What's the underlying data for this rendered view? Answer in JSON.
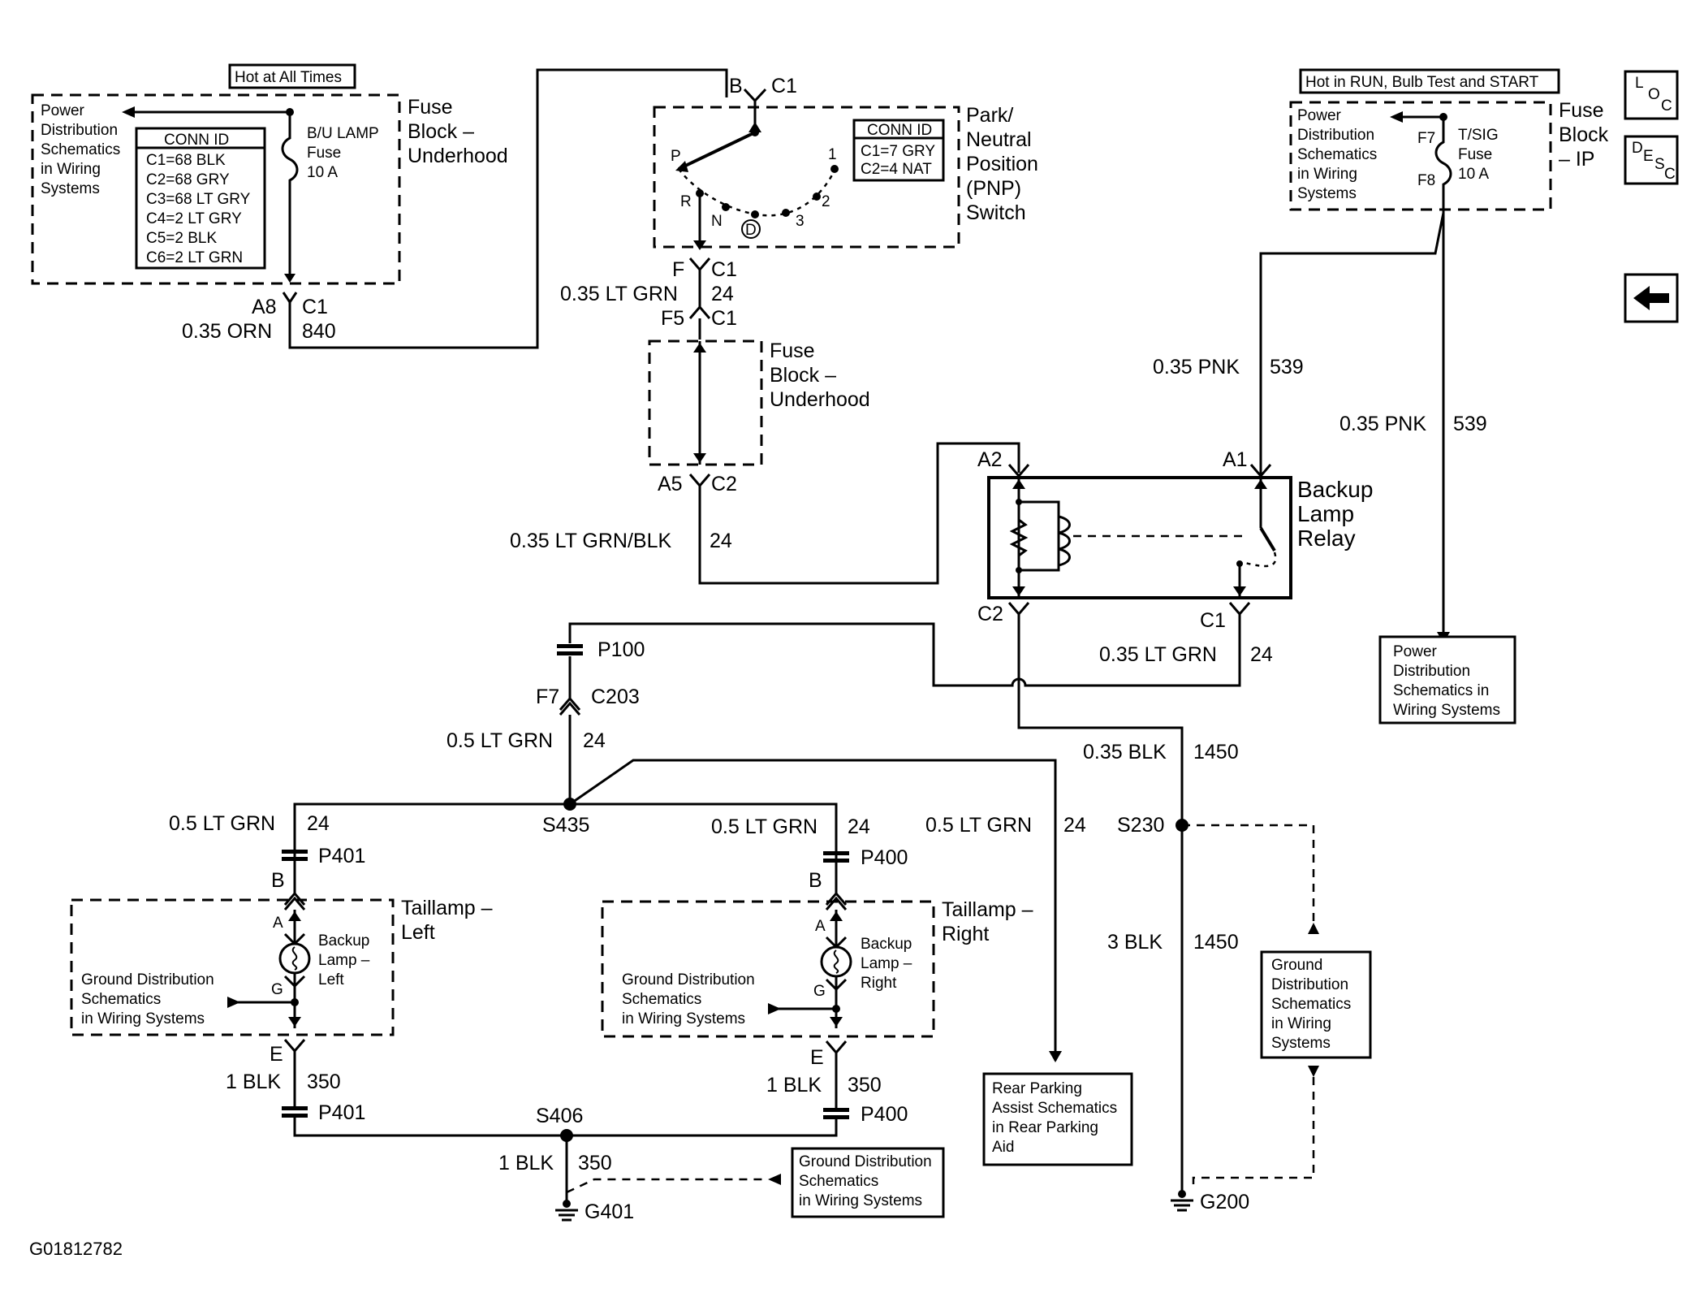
{
  "nav": {
    "loc_letters": [
      "L",
      "O",
      "C"
    ],
    "desc_letters": [
      "D",
      "E",
      "S",
      "C"
    ]
  },
  "fuse_ul": {
    "hot_label": "Hot at All Times",
    "power_text": [
      "Power",
      "Distribution",
      "Schematics",
      "in Wiring",
      "Systems"
    ],
    "conn_title": "CONN ID",
    "conn_rows": [
      "C1=68 BLK",
      "C2=68 GRY",
      "C3=68 LT GRY",
      "C4=2 LT GRY",
      "C5=2 BLK",
      "C6=2 LT GRN"
    ],
    "fuse_text": [
      "B/U LAMP",
      "Fuse",
      "10 A"
    ],
    "block_label": [
      "Fuse",
      "Block –",
      "Underhood"
    ],
    "pin": "A8",
    "conn": "C1",
    "wire_color": "0.35 ORN",
    "circuit": "840"
  },
  "pnp": {
    "top_pin": "B",
    "top_conn": "C1",
    "positions": [
      "P",
      "R",
      "N",
      "D",
      "3",
      "2",
      "1"
    ],
    "conn_title": "CONN ID",
    "conn_rows": [
      "C1=7 GRY",
      "C2=4 NAT"
    ],
    "label": [
      "Park/",
      "Neutral",
      "Position",
      "(PNP)",
      "Switch"
    ],
    "bottom_pin": "F",
    "bottom_conn": "C1",
    "wire_color": "0.35 LT GRN",
    "circuit": "24"
  },
  "fuse_mid": {
    "in_pin": "F5",
    "in_conn": "C1",
    "label": [
      "Fuse",
      "Block –",
      "Underhood"
    ],
    "out_pin": "A5",
    "out_conn": "C2",
    "wire_color": "0.35 LT GRN/BLK",
    "circuit": "24"
  },
  "fuse_ip": {
    "hot_label": "Hot in RUN, Bulb Test and START",
    "power_text": [
      "Power",
      "Distribution",
      "Schematics",
      "in Wiring",
      "Systems"
    ],
    "pin_in": "F7",
    "pin_out": "F8",
    "fuse_text": [
      "T/SIG",
      "Fuse",
      "10 A"
    ],
    "label": [
      "Fuse",
      "Block",
      "– IP"
    ]
  },
  "pnk_left": {
    "wire_color": "0.35 PNK",
    "circuit": "539"
  },
  "pnk_right": {
    "wire_color": "0.35 PNK",
    "circuit": "539"
  },
  "power_box_right": [
    "Power",
    "Distribution",
    "Schematics in",
    "Wiring Systems"
  ],
  "relay": {
    "pin_a2": "A2",
    "pin_a1": "A1",
    "pin_c2": "C2",
    "pin_c1": "C1",
    "label": [
      "Backup",
      "Lamp",
      "Relay"
    ]
  },
  "relay_out": {
    "wire_color": "0.35 LT GRN",
    "circuit": "24"
  },
  "p100": "P100",
  "c203": {
    "pin": "F7",
    "conn": "C203"
  },
  "mid_wire": {
    "wire_color": "0.5 LT GRN",
    "circuit": "24"
  },
  "s435": "S435",
  "left_branch": {
    "wire_color": "0.5 LT GRN",
    "circuit": "24",
    "connector": "P401",
    "pin_b": "B"
  },
  "middle_branch": {
    "wire_color": "0.5 LT GRN",
    "circuit": "24",
    "connector": "P400",
    "pin_b": "B"
  },
  "park_branch": {
    "wire_color": "0.5 LT GRN",
    "circuit": "24"
  },
  "taillamp_left": {
    "label": [
      "Taillamp –",
      "Left"
    ],
    "lamp_text": [
      "Backup",
      "Lamp –",
      "Left"
    ],
    "pin_a": "A",
    "pin_g": "G",
    "ground_text": [
      "Ground Distribution",
      "Schematics",
      "in Wiring Systems"
    ]
  },
  "taillamp_right": {
    "label": [
      "Taillamp –",
      "Right"
    ],
    "lamp_text": [
      "Backup",
      "Lamp –",
      "Right"
    ],
    "pin_a": "A",
    "pin_g": "G",
    "ground_text": [
      "Ground Distribution",
      "Schematics",
      "in Wiring Systems"
    ]
  },
  "left_ground_wire": {
    "pin_e": "E",
    "wire_color": "1 BLK",
    "circuit": "350",
    "connector": "P401"
  },
  "right_ground_wire": {
    "pin_e": "E",
    "wire_color": "1 BLK",
    "circuit": "350",
    "connector": "P400"
  },
  "s406": "S406",
  "g401_wire": {
    "wire_color": "1 BLK",
    "circuit": "350"
  },
  "g401": "G401",
  "ground_box_bottom": [
    "Ground Distribution",
    "Schematics",
    "in Wiring Systems"
  ],
  "rear_park": [
    "Rear Parking",
    "Assist Schematics",
    "in Rear Parking",
    "Aid"
  ],
  "blk_top": {
    "wire_color": "0.35 BLK",
    "circuit": "1450"
  },
  "s230": "S230",
  "blk_bottom": {
    "wire_color": "3 BLK",
    "circuit": "1450"
  },
  "ground_box_right": [
    "Ground",
    "Distribution",
    "Schematics",
    "in Wiring",
    "Systems"
  ],
  "g200": "G200",
  "figure_id": "G01812782"
}
